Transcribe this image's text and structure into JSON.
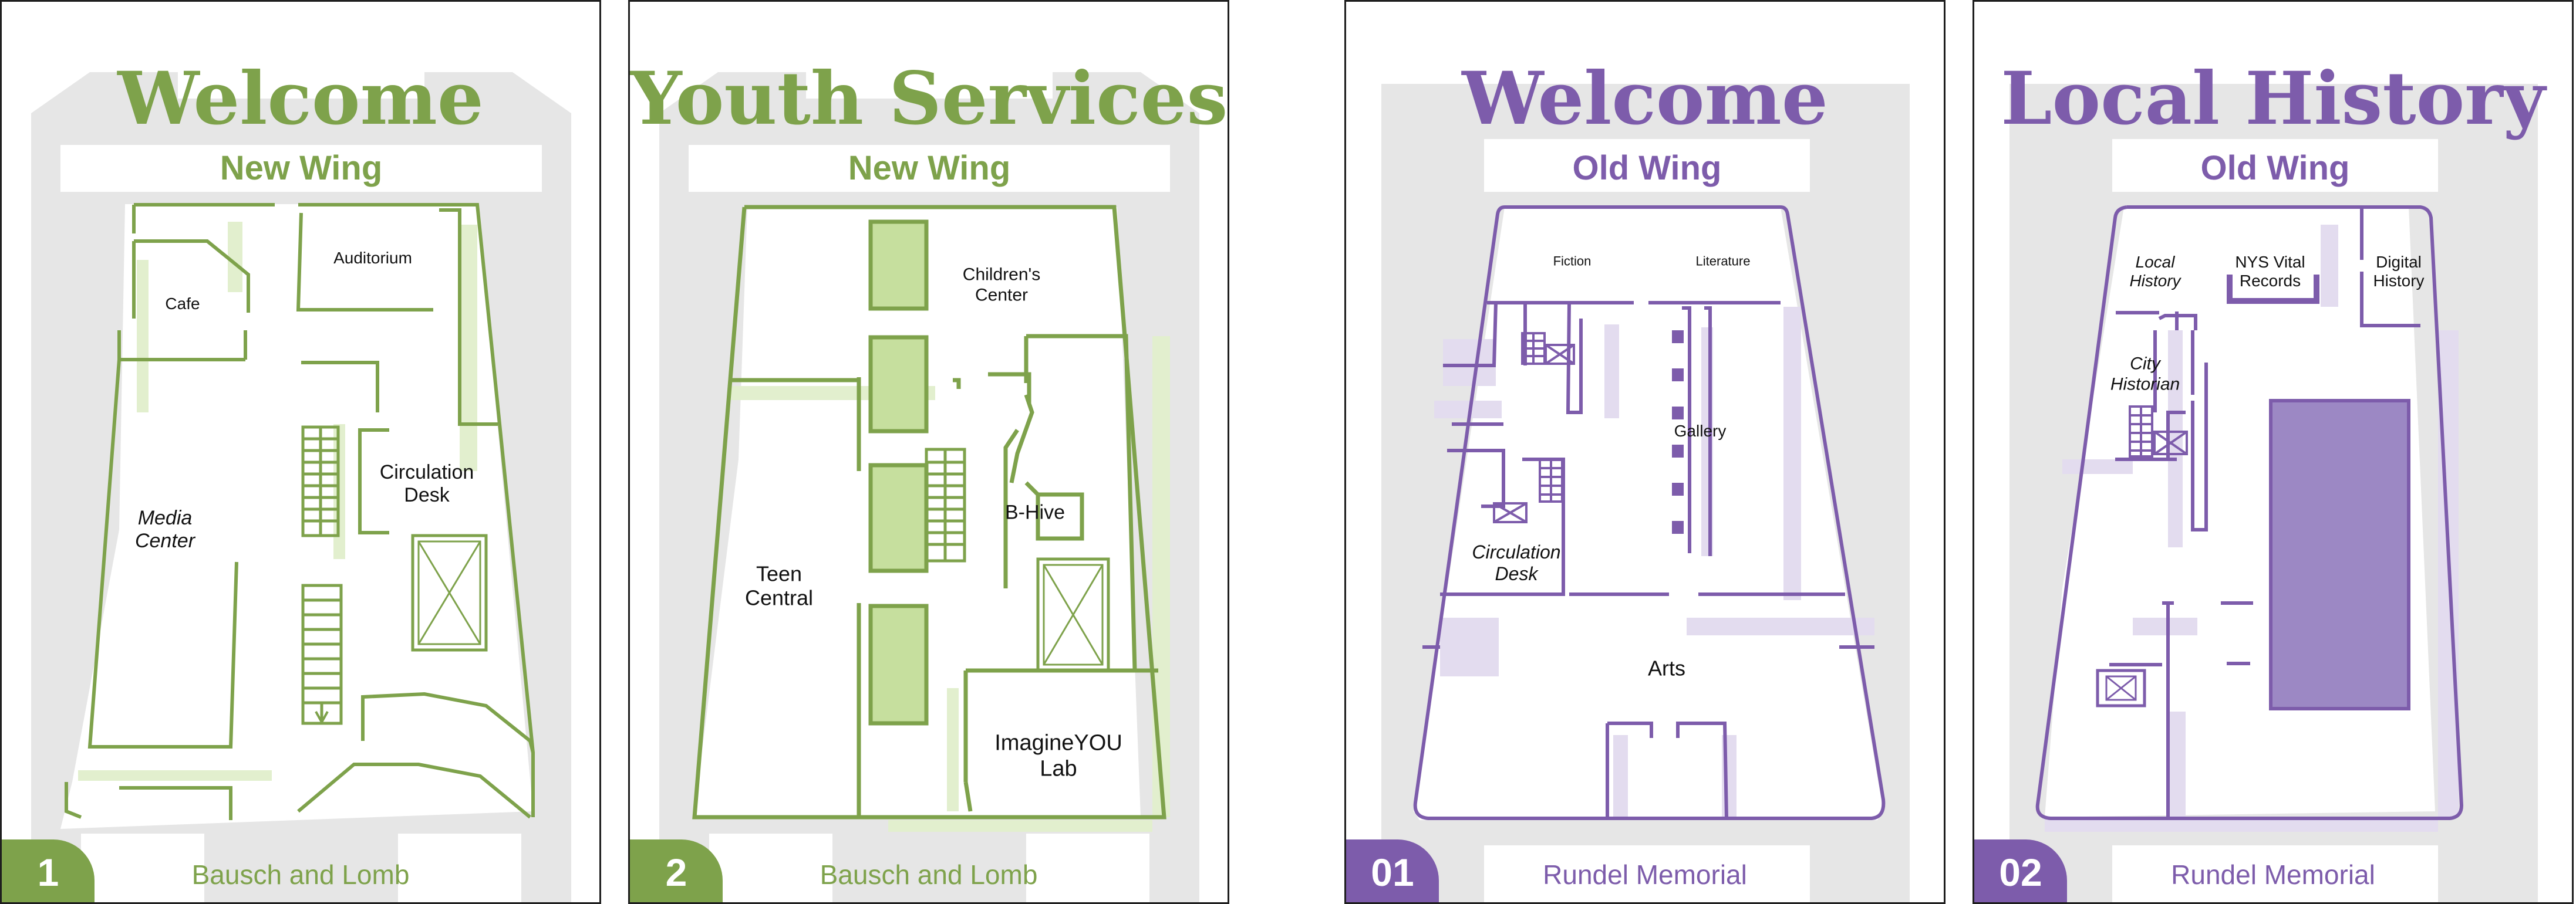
{
  "colors": {
    "green_accent": "#7ea24b",
    "green_light": "#c6df9e",
    "purple_accent": "#7d5cab",
    "purple_fill": "#9c88c4",
    "silhouette": "#e6e6e6"
  },
  "cards": [
    {
      "title": "Welcome",
      "wing": "New Wing",
      "footer": "Bausch and Lomb",
      "badge": "1",
      "rooms": {
        "auditorium": "Auditorium",
        "cafe": "Cafe",
        "media_center": "Media\nCenter",
        "circulation_desk": "Circulation\nDesk"
      },
      "icons": [
        "stairs-icon",
        "elevator-icon"
      ]
    },
    {
      "title": "Youth Services",
      "wing": "New Wing",
      "footer": "Bausch and Lomb",
      "badge": "2",
      "rooms": {
        "childrens_center": "Children's\nCenter",
        "b_hive": "B-Hive",
        "teen_central": "Teen\nCentral",
        "imagineyou_lab": "ImagineYOU\nLab"
      },
      "icons": [
        "stairs-icon",
        "elevator-icon"
      ]
    },
    {
      "title": "Welcome",
      "wing": "Old Wing",
      "footer": "Rundel Memorial",
      "badge": "01",
      "rooms": {
        "fiction": "Fiction",
        "literature": "Literature",
        "gallery": "Gallery",
        "circulation_desk": "Circulation\nDesk",
        "arts": "Arts"
      },
      "icons": [
        "stairs-icon",
        "elevator-icon"
      ]
    },
    {
      "title": "Local History",
      "wing": "Old Wing",
      "footer": "Rundel Memorial",
      "badge": "02",
      "rooms": {
        "local_history": "Local\nHistory",
        "nys_vital_records": "NYS Vital\nRecords",
        "digital_history": "Digital\nHistory",
        "city_historian": "City\nHistorian"
      },
      "icons": [
        "stairs-icon",
        "elevator-icon"
      ]
    }
  ]
}
